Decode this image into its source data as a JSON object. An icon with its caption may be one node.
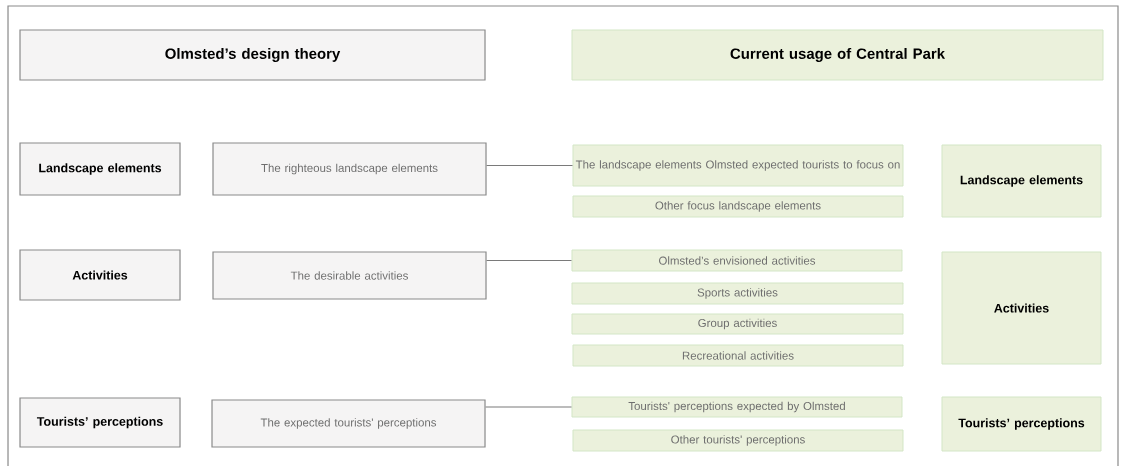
{
  "diagram": {
    "nodes": [
      {
        "text": [
          "Olmsted’s design theory"
        ]
      },
      {
        "text": [
          "Current usage of Central Park"
        ]
      },
      {
        "text": [
          "Landscape elements"
        ]
      },
      {
        "text": [
          "The righteous landscape elements"
        ]
      },
      {
        "text": [
          "The landscape elements Olmsted expected tourists to focus on"
        ]
      },
      {
        "text": [
          "Landscape elements"
        ]
      },
      {
        "text": [
          "Other focus landscape elements"
        ]
      },
      {
        "text": [
          "Activities"
        ]
      },
      {
        "text": [
          "The desirable activities"
        ]
      },
      {
        "text": [
          "Olmsted’s envisioned activities"
        ]
      },
      {
        "text": [
          "Activities"
        ]
      },
      {
        "text": [
          "Sports activities"
        ]
      },
      {
        "text": [
          "Group activities"
        ]
      },
      {
        "text": [
          "Recreational activities"
        ]
      },
      {
        "text": [
          "Tourists’ perceptions"
        ]
      },
      {
        "text": [
          "The expected tourists' perceptions"
        ]
      },
      {
        "text": [
          "Tourists' perceptions expected by Olmsted"
        ]
      },
      {
        "text": [
          "Tourists’ perceptions"
        ]
      },
      {
        "text": [
          "Other tourists' perceptions"
        ]
      }
    ],
    "edges": [
      {
        "from": 3,
        "to": 4,
        "arrow": "none"
      },
      {
        "from": 8,
        "to": 9,
        "arrow": "none"
      },
      {
        "from": 15,
        "to": 16,
        "arrow": "none"
      }
    ]
  }
}
